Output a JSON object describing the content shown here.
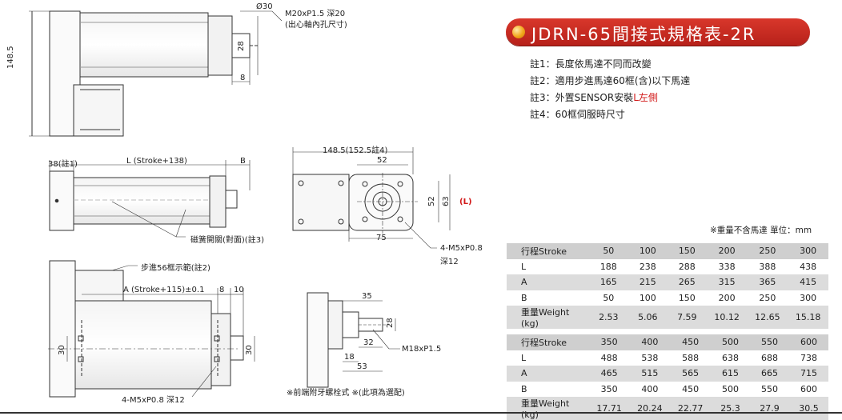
{
  "title": "JDRN-65間接式規格表-2R",
  "notes": {
    "n1": "註1：長度依馬達不同而改變",
    "n2": "註2：適用步進馬達60框(含)以下馬達",
    "n3_prefix": "註3：外置SENSOR安裝",
    "n3_red": "L左側",
    "n4": "註4：60框伺服時尺寸"
  },
  "unit_note": "※重量不含馬達  單位：mm",
  "drawing": {
    "top": {
      "d30": "Ø30",
      "thread": "M20xP1.5 深20",
      "thread_note": "(出心軸內孔尺寸)",
      "h148": "148.5",
      "d28": "28",
      "d8": "8"
    },
    "side": {
      "d38": "38(註1)",
      "L": "L (Stroke+138)",
      "B": "B",
      "sensor": "磁簧開關(對面)(註3)"
    },
    "front": {
      "w148": "148.5(152.5註4)",
      "d52a": "52",
      "d52b": "52",
      "d63": "63",
      "L_mark": "(L)",
      "d75": "75",
      "bolt": "4-M5xP0.8",
      "depth": "深12"
    },
    "bottom": {
      "motor_range": "步進56框示範(註2)",
      "A": "A (Stroke+115)±0.1",
      "d8": "8",
      "d10": "10",
      "d30a": "30",
      "d30b": "30",
      "bolt": "4-M5xP0.8 深12"
    },
    "detail": {
      "d35": "35",
      "d28": "28",
      "d32": "32",
      "d18": "18",
      "d53": "53",
      "thread": "M18xP1.5",
      "note": "※前端附牙螺栓式  ※(此項為選配)"
    }
  },
  "table1": {
    "rows": [
      {
        "label": "行程Stroke",
        "values": [
          "50",
          "100",
          "150",
          "200",
          "250",
          "300"
        ]
      },
      {
        "label": "L",
        "values": [
          "188",
          "238",
          "288",
          "338",
          "388",
          "438"
        ]
      },
      {
        "label": "A",
        "values": [
          "165",
          "215",
          "265",
          "315",
          "365",
          "415"
        ]
      },
      {
        "label": "B",
        "values": [
          "50",
          "100",
          "150",
          "200",
          "250",
          "300"
        ]
      },
      {
        "label": "重量Weight (kg)",
        "values": [
          "2.53",
          "5.06",
          "7.59",
          "10.12",
          "12.65",
          "15.18"
        ]
      }
    ]
  },
  "table2": {
    "rows": [
      {
        "label": "行程Stroke",
        "values": [
          "350",
          "400",
          "450",
          "500",
          "550",
          "600"
        ]
      },
      {
        "label": "L",
        "values": [
          "488",
          "538",
          "588",
          "638",
          "688",
          "738"
        ]
      },
      {
        "label": "A",
        "values": [
          "465",
          "515",
          "565",
          "615",
          "665",
          "715"
        ]
      },
      {
        "label": "B",
        "values": [
          "350",
          "400",
          "450",
          "500",
          "550",
          "600"
        ]
      },
      {
        "label": "重量Weight (kg)",
        "values": [
          "17.71",
          "20.24",
          "22.77",
          "25.3",
          "27.9",
          "30.5"
        ]
      }
    ]
  }
}
